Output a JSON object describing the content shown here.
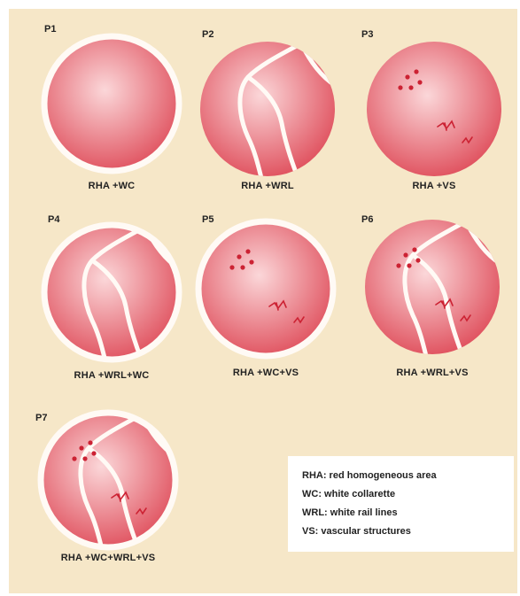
{
  "patterns": [
    {
      "id": "P1",
      "label": "RHA +WC",
      "white_collarette": true,
      "white_rail_lines": false,
      "vascular_structures": false
    },
    {
      "id": "P2",
      "label": "RHA +WRL",
      "white_collarette": false,
      "white_rail_lines": true,
      "vascular_structures": false
    },
    {
      "id": "P3",
      "label": "RHA +VS",
      "white_collarette": false,
      "white_rail_lines": false,
      "vascular_structures": true
    },
    {
      "id": "P4",
      "label": "RHA +WRL+WC",
      "white_collarette": true,
      "white_rail_lines": true,
      "vascular_structures": false
    },
    {
      "id": "P5",
      "label": "RHA +WC+VS",
      "white_collarette": true,
      "white_rail_lines": false,
      "vascular_structures": true
    },
    {
      "id": "P6",
      "label": "RHA +WRL+VS",
      "white_collarette": false,
      "white_rail_lines": true,
      "vascular_structures": true
    },
    {
      "id": "P7",
      "label": "RHA +WC+WRL+VS",
      "white_collarette": true,
      "white_rail_lines": true,
      "vascular_structures": true
    }
  ],
  "legend": {
    "rha": "RHA: red homogeneous area",
    "wc": "WC: white collarette",
    "wrl": "WRL: white rail lines",
    "vs": "VS: vascular structures"
  },
  "colors": {
    "background": "#f6e7c8",
    "lesion_center": "#fbd7d9",
    "lesion_edge": "#e0525f",
    "white_structure": "#fffaf5",
    "vessel": "#cc2233"
  }
}
